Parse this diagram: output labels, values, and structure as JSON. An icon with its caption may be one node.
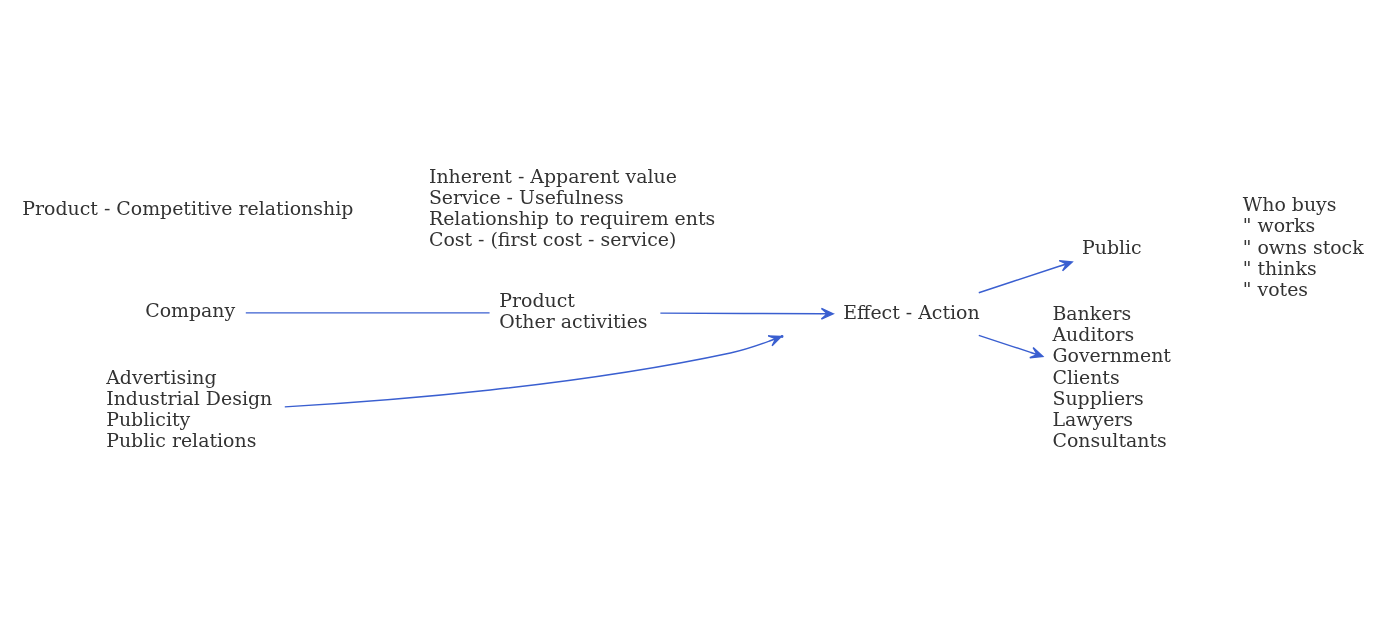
{
  "diagram": {
    "nodes": [
      {
        "text": [
          "Company"
        ]
      },
      {
        "text": [
          "Product",
          "Other activities"
        ]
      },
      {
        "text": [
          "Effect - Action"
        ]
      },
      {
        "text": [
          "Advertising",
          "Industrial Design",
          "Publicity",
          "Public relations"
        ]
      },
      {
        "text": [
          "Public"
        ]
      },
      {
        "text": [
          "Bankers",
          "Auditors",
          "Government",
          "Clients",
          "Suppliers",
          "Lawyers",
          "Consultants"
        ]
      },
      {
        "text": [
          "Who buys",
          "\" works",
          "\" owns stock",
          "\" thinks",
          "\" votes"
        ]
      },
      {
        "text": [
          "Product - Competitive relationship"
        ]
      },
      {
        "text": [
          "Inherent - Apparent value",
          "Service - Usefulness",
          "Relationship to requirem ents",
          "Cost - (first cost - service)"
        ]
      }
    ],
    "edges": [
      {
        "from": 0,
        "to": 1,
        "arrow": "none"
      },
      {
        "from": 1,
        "to": 2,
        "arrow": "to"
      },
      {
        "from": 3,
        "to": null,
        "arrow": "to"
      },
      {
        "from": 2,
        "to": 4,
        "arrow": "to"
      },
      {
        "from": 2,
        "to": 5,
        "arrow": "to"
      }
    ]
  }
}
